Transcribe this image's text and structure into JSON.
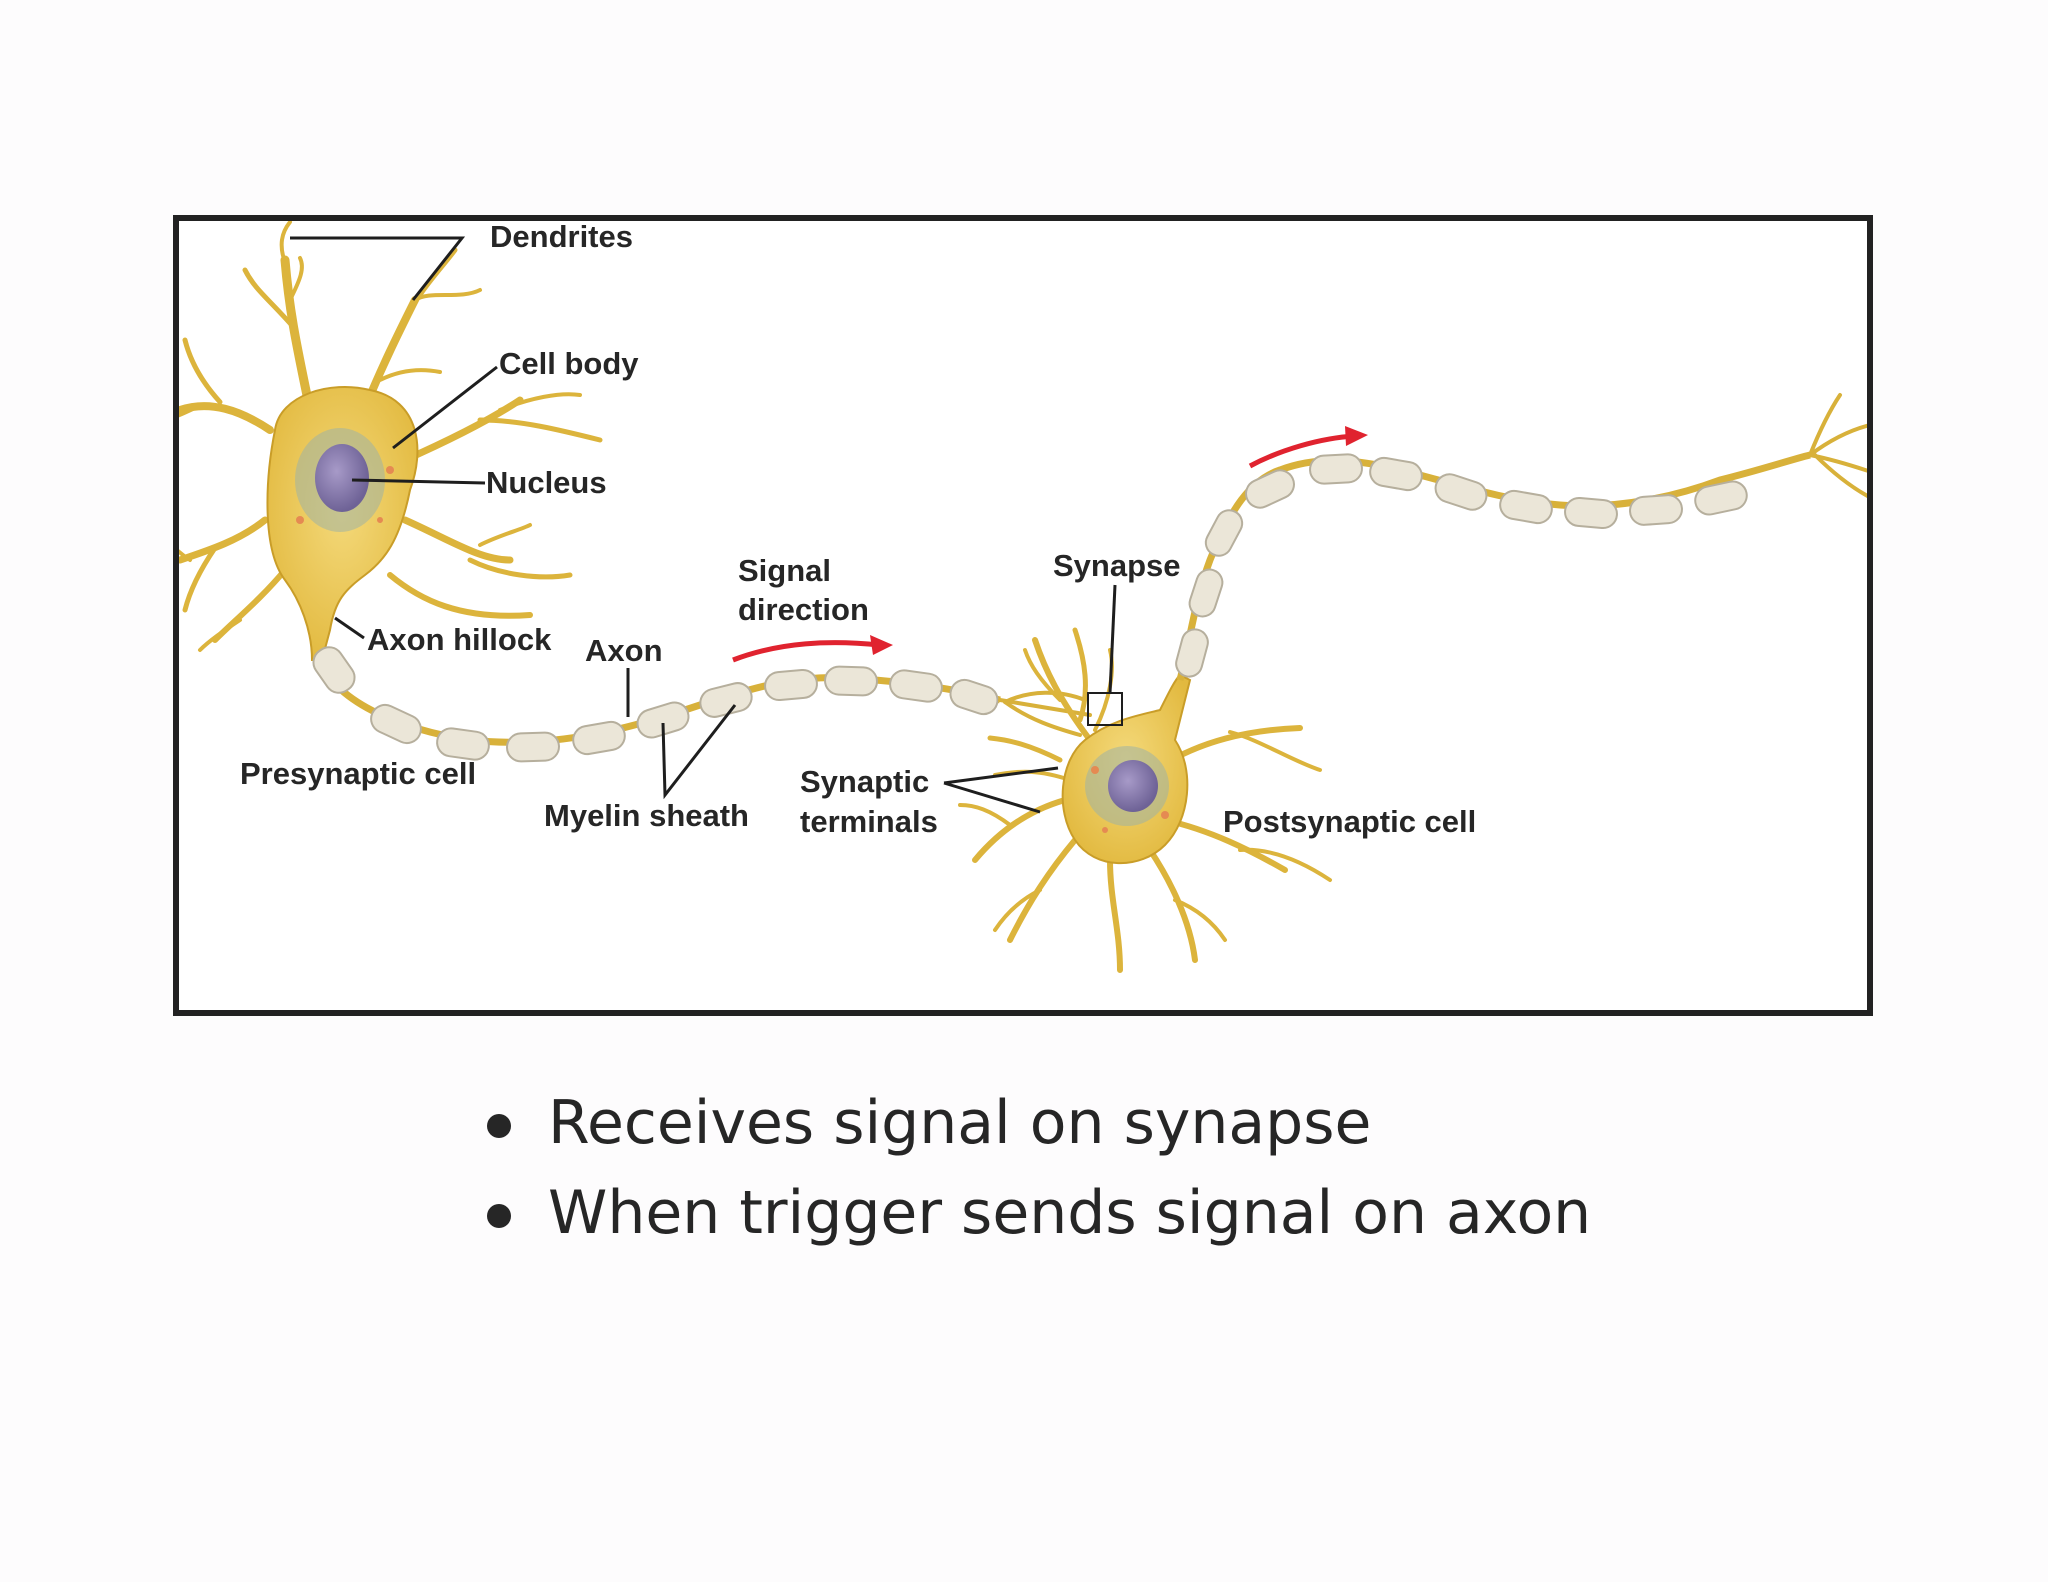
{
  "diagram": {
    "labels": {
      "dendrites": "Dendrites",
      "cell_body": "Cell body",
      "nucleus": "Nucleus",
      "axon_hillock": "Axon hillock",
      "axon": "Axon",
      "signal_direction_line1": "Signal",
      "signal_direction_line2": "direction",
      "synapse": "Synapse",
      "presynaptic_cell": "Presynaptic cell",
      "myelin_sheath": "Myelin sheath",
      "synaptic_terminals_line1": "Synaptic",
      "synaptic_terminals_line2": "terminals",
      "postsynaptic_cell": "Postsynaptic cell"
    },
    "colors": {
      "cell": "#e9c250",
      "cell_outline": "#c49a25",
      "dendrite": "#d9b23a",
      "nucleus": "#8377a8",
      "myelin": "#e9e4d6",
      "myelin_outline": "#b8b1a0",
      "arrow": "#e0232f",
      "leader_line": "#1e1e1e",
      "frame": "#222222"
    }
  },
  "bullets": [
    "Receives signal on synapse",
    "When trigger sends signal on axon"
  ]
}
